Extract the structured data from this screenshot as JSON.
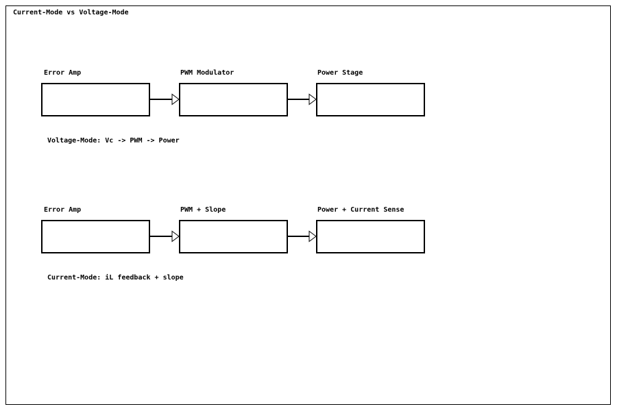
{
  "title": "Current-Mode vs Voltage-Mode",
  "colors": {
    "foreground": "#000000",
    "background": "#ffffff"
  },
  "diagrams": [
    {
      "id": "voltage-mode",
      "blocks": [
        {
          "label": "Error Amp"
        },
        {
          "label": "PWM Modulator"
        },
        {
          "label": "Power Stage"
        }
      ],
      "caption": "Voltage-Mode: Vc -> PWM -> Power"
    },
    {
      "id": "current-mode",
      "blocks": [
        {
          "label": "Error Amp"
        },
        {
          "label": "PWM + Slope"
        },
        {
          "label": "Power + Current Sense"
        }
      ],
      "caption": "Current-Mode: iL feedback + slope"
    }
  ]
}
